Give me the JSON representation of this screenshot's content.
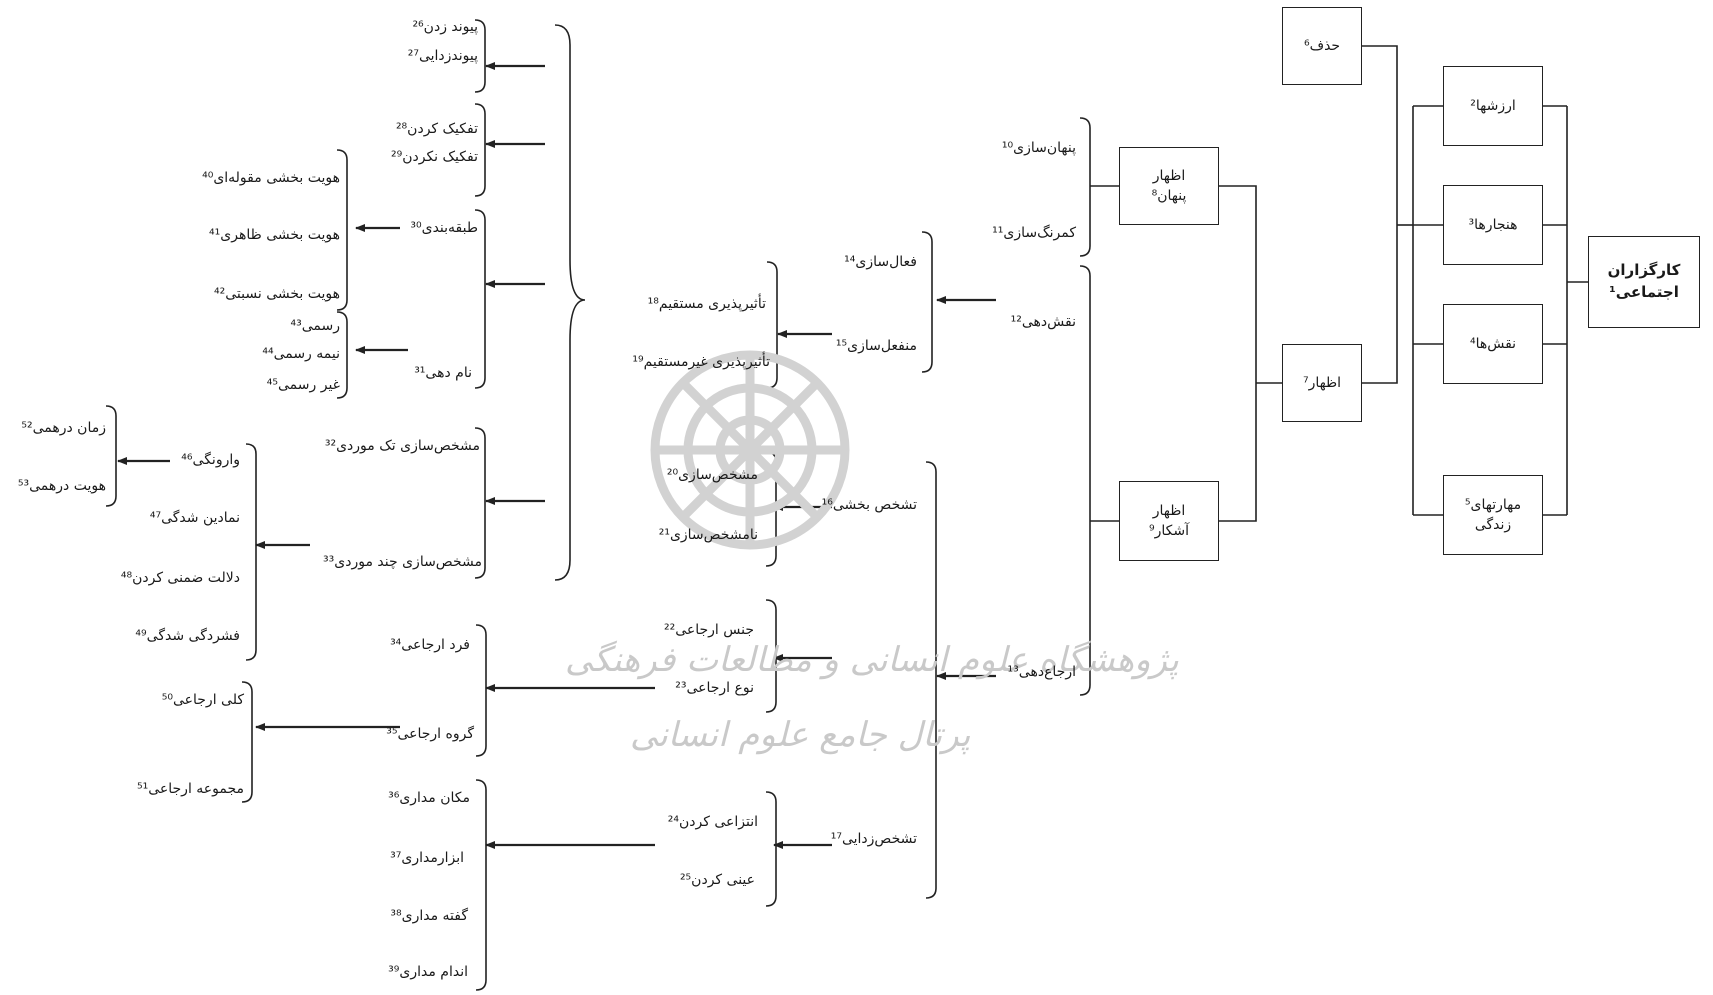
{
  "boxes": {
    "root": "کارگزاران اجتماعی¹",
    "values": "ارزشها²",
    "norms": "هنجارها³",
    "roles": "نقش‌ها⁴",
    "skills": "مهارتهای⁵ زندگی",
    "deletion": "حذف⁶",
    "expression": "اظهار⁷",
    "hidden_expr_1": "اظهار",
    "hidden_expr_2": "پنهان⁸",
    "overt_expr_1": "اظهار",
    "overt_expr_2": "آشکار⁹"
  },
  "labels": {
    "concealment": "پنهان‌سازی¹⁰",
    "dimming": "کمرنگ‌سازی¹¹",
    "role_giving": "نقش‌دهی¹²",
    "referencing": "ارجاع‌دهی¹³",
    "activation": "فعال‌سازی¹⁴",
    "passivation": "منفعل‌سازی¹⁵",
    "personalization": "تشخص بخشی¹⁶",
    "impersonalization": "تشخص‌زدایی¹⁷",
    "direct_effect": "تأثیرپذیری مستقیم¹⁸",
    "indirect_effect": "تأثیرپذیری غیرمستقیم¹⁹",
    "specification": "مشخص‌سازی²⁰",
    "unspecification": "نامشخص‌سازی²¹",
    "generic_ref": "جنس ارجاعی²²",
    "specific_ref": "نوع ارجاعی²³",
    "abstraction": "انتزاعی کردن²⁴",
    "objectification": "عینی کردن²⁵",
    "linking": "پیوند زدن²⁶",
    "unlinking": "پیوندزدایی²⁷",
    "differentiation": "تفکیک کردن²⁸",
    "non_differentiation": "تفکیک نکردن²⁹",
    "classification": "طبقه‌بندی³⁰",
    "naming": "نام دهی³¹",
    "single_spec": "مشخص‌سازی تک موردی³²",
    "multi_spec": "مشخص‌سازی چند موردی³³",
    "individual_ref": "فرد ارجاعی³⁴",
    "group_ref": "گروه ارجاعی³⁵",
    "place_oriented": "مکان مداری³⁶",
    "tool_oriented": "ابزارمداری³⁷",
    "speech_oriented": "گفته مداری³⁸",
    "body_oriented": "اندام مداری³⁹",
    "categorical_id": "هویت بخشی مقوله‌ای⁴⁰",
    "appearance_id": "هویت بخشی ظاهری⁴¹",
    "relational_id": "هویت بخشی نسبتی⁴²",
    "formal": "رسمی⁴³",
    "semi_formal": "نیمه رسمی⁴⁴",
    "informal": "غیر رسمی⁴⁵",
    "inversion": "وارونگی⁴⁶",
    "symbolization": "نمادین شدگی⁴⁷",
    "connotation": "دلالت ضمنی کردن⁴⁸",
    "condensation": "فشردگی شدگی⁴⁹",
    "total_ref": "کلی ارجاعی⁵⁰",
    "collective_ref": "مجموعه ارجاعی⁵¹",
    "mixed_time": "زمان درهمی⁵²",
    "mixed_identity": "هویت درهمی⁵³"
  },
  "watermark": {
    "line1": "پژوهشگاه علوم انسانی و مطالعات فرهنگی",
    "line2": "پرتال جامع علوم انسانی"
  }
}
